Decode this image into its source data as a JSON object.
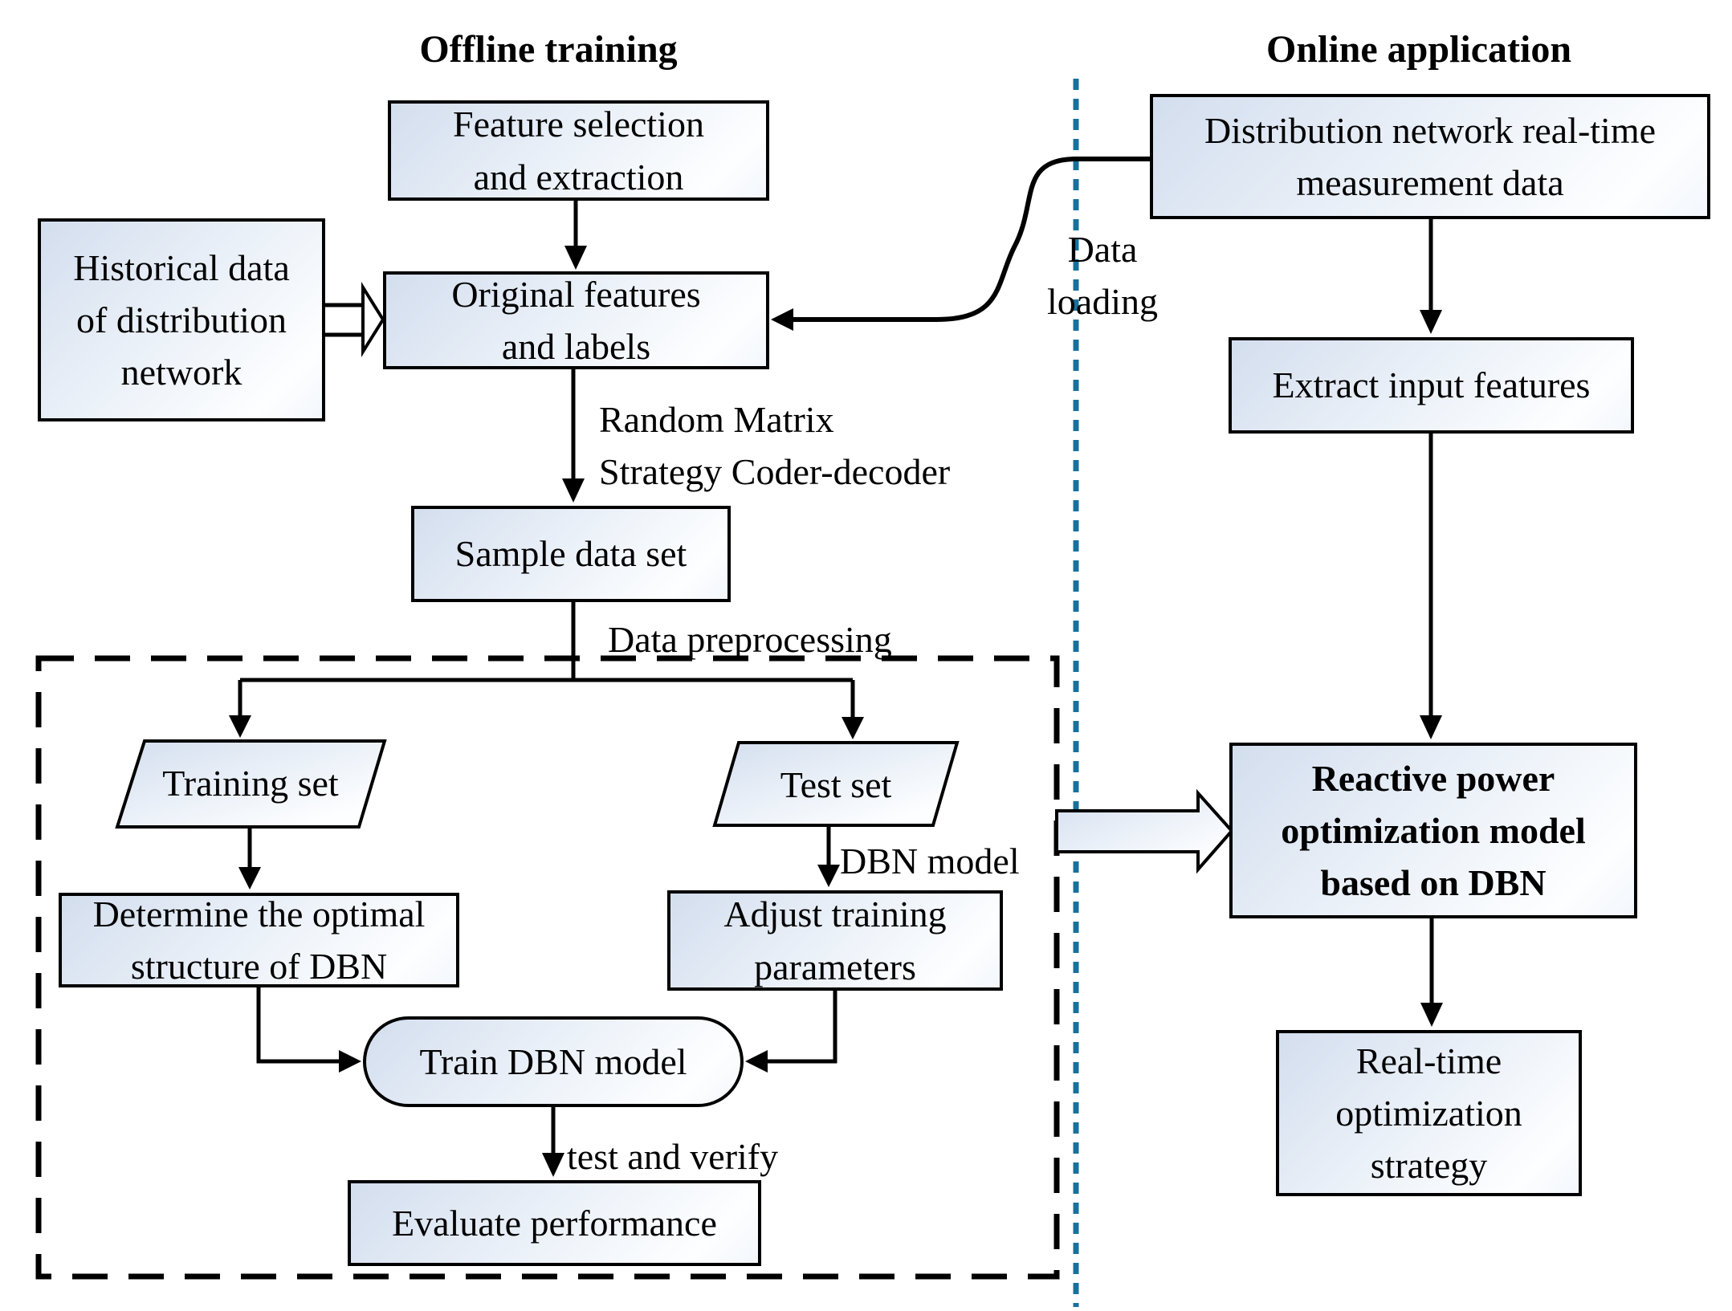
{
  "titles": {
    "offline": "Offline training",
    "online": "Online application"
  },
  "nodes": {
    "feature_selection": {
      "lines": [
        "Feature selection",
        "and extraction"
      ]
    },
    "historical_data": {
      "lines": [
        "Historical data",
        "of distribution",
        "network"
      ]
    },
    "original_features": {
      "lines": [
        "Original features",
        "and labels"
      ]
    },
    "sample_data_set": {
      "lines": [
        "Sample data set"
      ]
    },
    "training_set": {
      "lines": [
        "Training set"
      ]
    },
    "test_set": {
      "lines": [
        "Test set"
      ]
    },
    "determine_structure": {
      "lines": [
        "Determine the optimal",
        "structure of DBN"
      ]
    },
    "adjust_parameters": {
      "lines": [
        "Adjust training",
        "parameters"
      ]
    },
    "train_dbn_model": {
      "lines": [
        "Train DBN model"
      ]
    },
    "evaluate_performance": {
      "lines": [
        "Evaluate performance"
      ]
    },
    "distribution_measurement": {
      "lines": [
        "Distribution network real-time",
        "measurement data"
      ]
    },
    "extract_input_features": {
      "lines": [
        "Extract input features"
      ]
    },
    "reactive_power_model": {
      "lines": [
        "Reactive power",
        "optimization model",
        "based on DBN"
      ]
    },
    "realtime_strategy": {
      "lines": [
        "Real-time",
        "optimization",
        "strategy"
      ]
    }
  },
  "edge_labels": {
    "random_matrix": {
      "lines": [
        "Random Matrix",
        "Strategy Coder-decoder"
      ]
    },
    "data_preprocessing": "Data preprocessing",
    "data_loading": {
      "lines": [
        "Data",
        "loading"
      ]
    },
    "dbn_model": "DBN model",
    "test_and_verify": "test and verify"
  },
  "colors": {
    "separator": "#17719c",
    "box_border": "#000000",
    "box_fill_top": "#d3deee",
    "box_fill_bottom": "#fdfeff"
  }
}
